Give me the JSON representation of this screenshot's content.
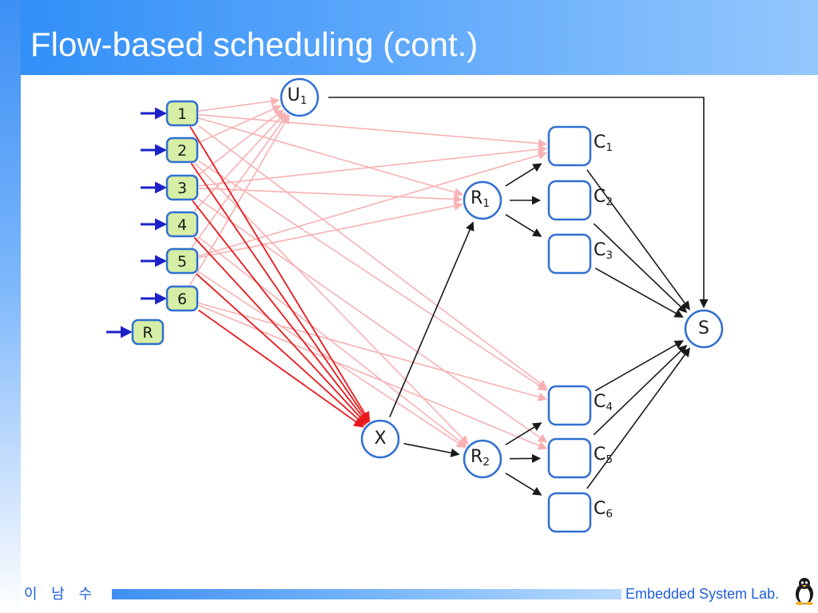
{
  "slide": {
    "title": "Flow-based scheduling (cont.)",
    "footer_author": "이 남 수",
    "footer_lab": "Embedded System Lab."
  },
  "diagram": {
    "input_nodes": [
      {
        "id": "1",
        "label": "1"
      },
      {
        "id": "2",
        "label": "2"
      },
      {
        "id": "3",
        "label": "3"
      },
      {
        "id": "4",
        "label": "4"
      },
      {
        "id": "5",
        "label": "5"
      },
      {
        "id": "6",
        "label": "6"
      },
      {
        "id": "R",
        "label": "R"
      }
    ],
    "circle_nodes": [
      {
        "id": "U1",
        "label": "U",
        "sub": "1"
      },
      {
        "id": "X",
        "label": "X",
        "sub": ""
      },
      {
        "id": "R1",
        "label": "R",
        "sub": "1"
      },
      {
        "id": "R2",
        "label": "R",
        "sub": "2"
      },
      {
        "id": "S",
        "label": "S",
        "sub": ""
      }
    ],
    "machine_nodes": [
      {
        "id": "C1",
        "label": "C",
        "sub": "1"
      },
      {
        "id": "C2",
        "label": "C",
        "sub": "2"
      },
      {
        "id": "C3",
        "label": "C",
        "sub": "3"
      },
      {
        "id": "C4",
        "label": "C",
        "sub": "4"
      },
      {
        "id": "C5",
        "label": "C",
        "sub": "5"
      },
      {
        "id": "C6",
        "label": "C",
        "sub": "6"
      }
    ],
    "edges_to_X": [
      "1",
      "2",
      "3",
      "4",
      "5",
      "6"
    ],
    "preference_edges": [
      [
        "1",
        "U1"
      ],
      [
        "1",
        "C1"
      ],
      [
        "1",
        "R1"
      ],
      [
        "1",
        "C4"
      ],
      [
        "2",
        "U1"
      ],
      [
        "2",
        "C4"
      ],
      [
        "2",
        "R2"
      ],
      [
        "3",
        "U1"
      ],
      [
        "3",
        "C1"
      ],
      [
        "3",
        "R1"
      ],
      [
        "3",
        "C5"
      ],
      [
        "4",
        "U1"
      ],
      [
        "4",
        "R2"
      ],
      [
        "5",
        "U1"
      ],
      [
        "5",
        "C1"
      ],
      [
        "5",
        "R1"
      ],
      [
        "5",
        "R2"
      ],
      [
        "6",
        "U1"
      ],
      [
        "6",
        "C4"
      ],
      [
        "6",
        "C5"
      ]
    ],
    "structural_edges": [
      [
        "X",
        "R1"
      ],
      [
        "X",
        "R2"
      ],
      [
        "R1",
        "C1"
      ],
      [
        "R1",
        "C2"
      ],
      [
        "R1",
        "C3"
      ],
      [
        "R2",
        "C4"
      ],
      [
        "R2",
        "C5"
      ],
      [
        "R2",
        "C6"
      ],
      [
        "C1",
        "S"
      ],
      [
        "C2",
        "S"
      ],
      [
        "C3",
        "S"
      ],
      [
        "C4",
        "S"
      ],
      [
        "C5",
        "S"
      ],
      [
        "C6",
        "S"
      ],
      [
        "U1",
        "S"
      ]
    ],
    "colors": {
      "input_fill": "#d6eea6",
      "node_border": "#2f6fd0",
      "source_arrow": "#1c22c8",
      "edge_to_x": "#e8191c",
      "preference_edge": "#f7b1b3",
      "structural_edge": "#1a1a1a"
    }
  }
}
